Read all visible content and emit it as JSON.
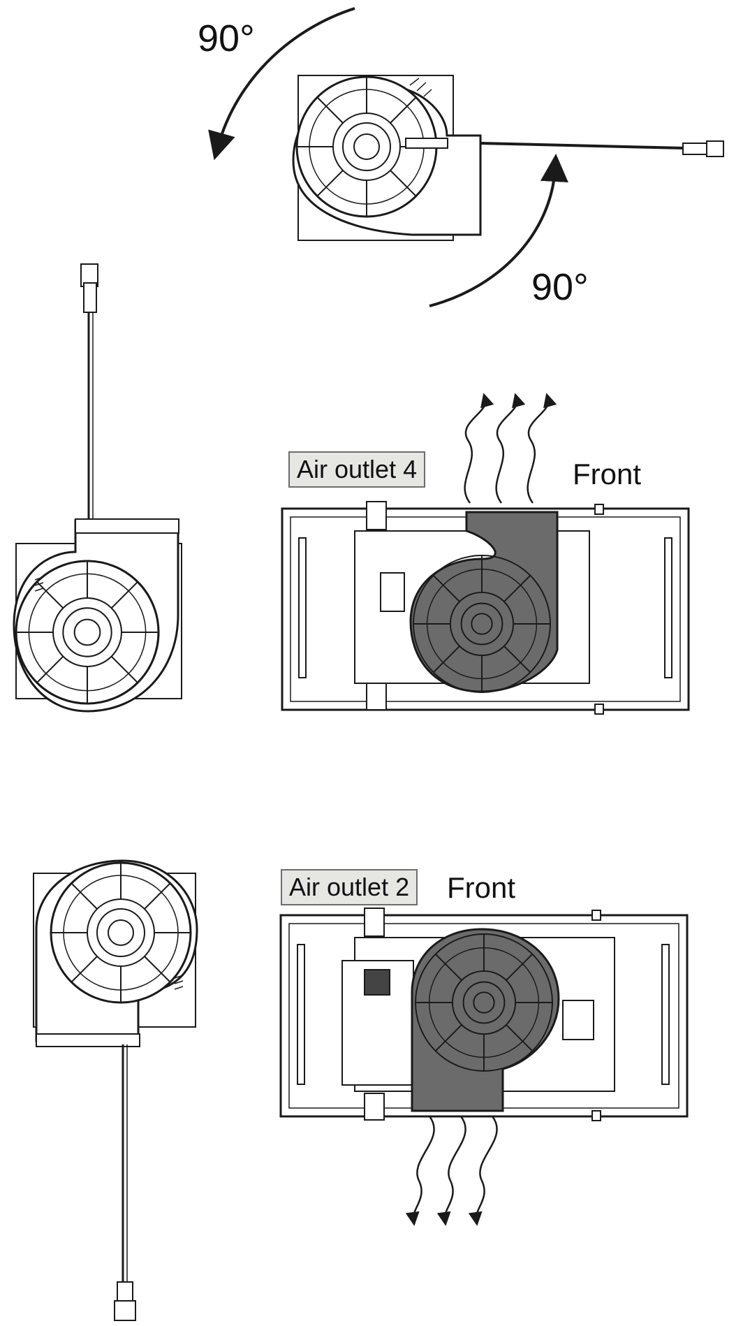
{
  "labels": {
    "angle_top_left": "90°",
    "angle_top_right": "90°",
    "outlet_4": "Air outlet 4",
    "front_upper": "Front",
    "outlet_2": "Air outlet 2",
    "front_lower": "Front"
  },
  "colors": {
    "line": "#1a1a1a",
    "housing_fill": "#6b6b6b",
    "label_bg": "#e6e6e3"
  }
}
